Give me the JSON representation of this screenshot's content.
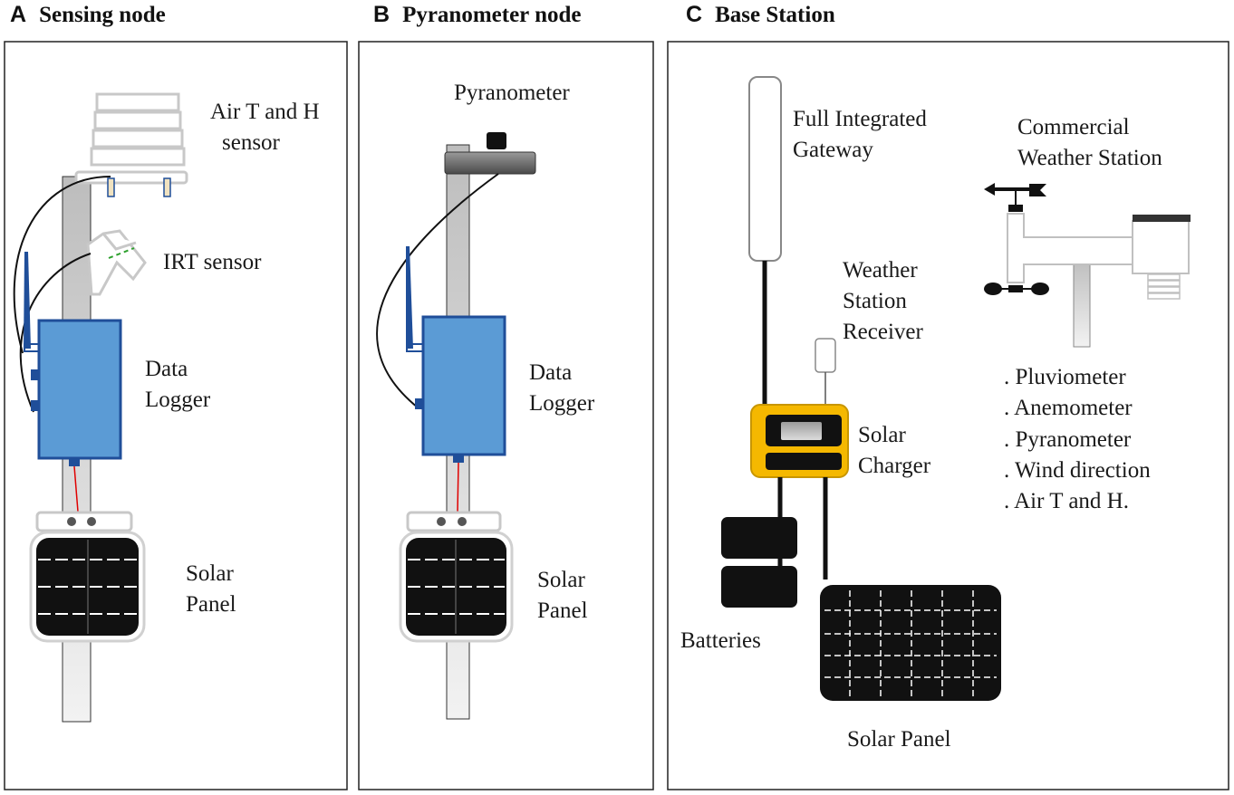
{
  "panels": {
    "a": {
      "letter": "A",
      "title": "Sensing node"
    },
    "b": {
      "letter": "B",
      "title": "Pyranometer node"
    },
    "c": {
      "letter": "C",
      "title": "Base Station"
    }
  },
  "sensing_node": {
    "air_th_line1": "Air T and H",
    "air_th_line2": "sensor",
    "irt": "IRT sensor",
    "logger_line1": "Data",
    "logger_line2": "Logger",
    "panel_line1": "Solar",
    "panel_line2": "Panel"
  },
  "pyranometer_node": {
    "pyranometer": "Pyranometer",
    "logger_line1": "Data",
    "logger_line2": "Logger",
    "panel_line1": "Solar",
    "panel_line2": "Panel"
  },
  "base_station": {
    "gateway_line1": "Full Integrated",
    "gateway_line2": "Gateway",
    "receiver_line1": "Weather",
    "receiver_line2": "Station",
    "receiver_line3": "Receiver",
    "charger_line1": "Solar",
    "charger_line2": "Charger",
    "batteries": "Batteries",
    "solar_panel": "Solar Panel",
    "weather_station_line1": "Commercial",
    "weather_station_line2": "Weather Station",
    "sensors": [
      ". Pluviometer",
      ". Anemometer",
      ". Pyranometer",
      ". Wind direction",
      ". Air T and H."
    ]
  },
  "colors": {
    "logger_fill": "#5b9bd5",
    "logger_stroke": "#1f4e99",
    "charger_fill": "#f5b800",
    "pole_gray": "#c8c8c8",
    "power_wire": "#e00000"
  }
}
